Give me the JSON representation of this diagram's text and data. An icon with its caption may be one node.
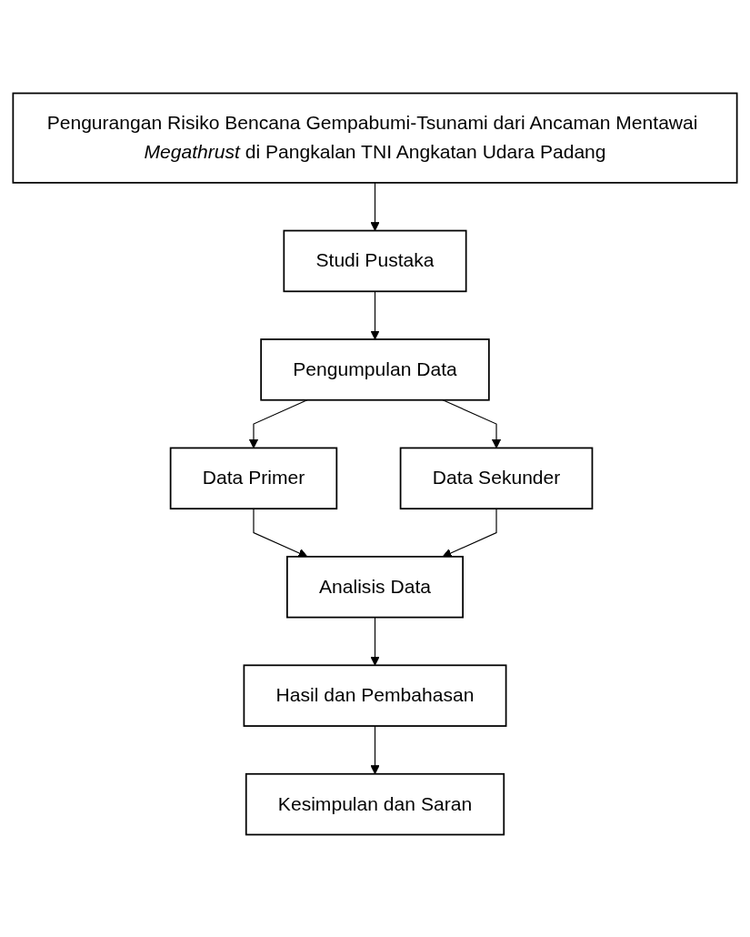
{
  "diagram": {
    "nodes": [
      {
        "text": [
          "Pengurangan Risiko Bencana Gempabumi-Tsunami dari Ancaman Mentawai *Megathrust* di Pangkalan TNI Angkatan Udara Padang"
        ]
      },
      {
        "text": [
          "Studi Pustaka"
        ]
      },
      {
        "text": [
          "Pengumpulan Data"
        ]
      },
      {
        "text": [
          "Data Primer"
        ]
      },
      {
        "text": [
          "Data Sekunder"
        ]
      },
      {
        "text": [
          "Analisis Data"
        ]
      },
      {
        "text": [
          "Hasil dan Pembahasan"
        ]
      },
      {
        "text": [
          "Kesimpulan dan Saran"
        ]
      }
    ],
    "edges": [
      {
        "from": 0,
        "to": 1,
        "arrow": "to"
      },
      {
        "from": 1,
        "to": 2,
        "arrow": "to"
      },
      {
        "from": 2,
        "to": 3,
        "arrow": "to"
      },
      {
        "from": 2,
        "to": 4,
        "arrow": "to"
      },
      {
        "from": 3,
        "to": 5,
        "arrow": "to"
      },
      {
        "from": 4,
        "to": 5,
        "arrow": "to"
      },
      {
        "from": 5,
        "to": 6,
        "arrow": "to"
      },
      {
        "from": 6,
        "to": 7,
        "arrow": "to"
      }
    ]
  }
}
